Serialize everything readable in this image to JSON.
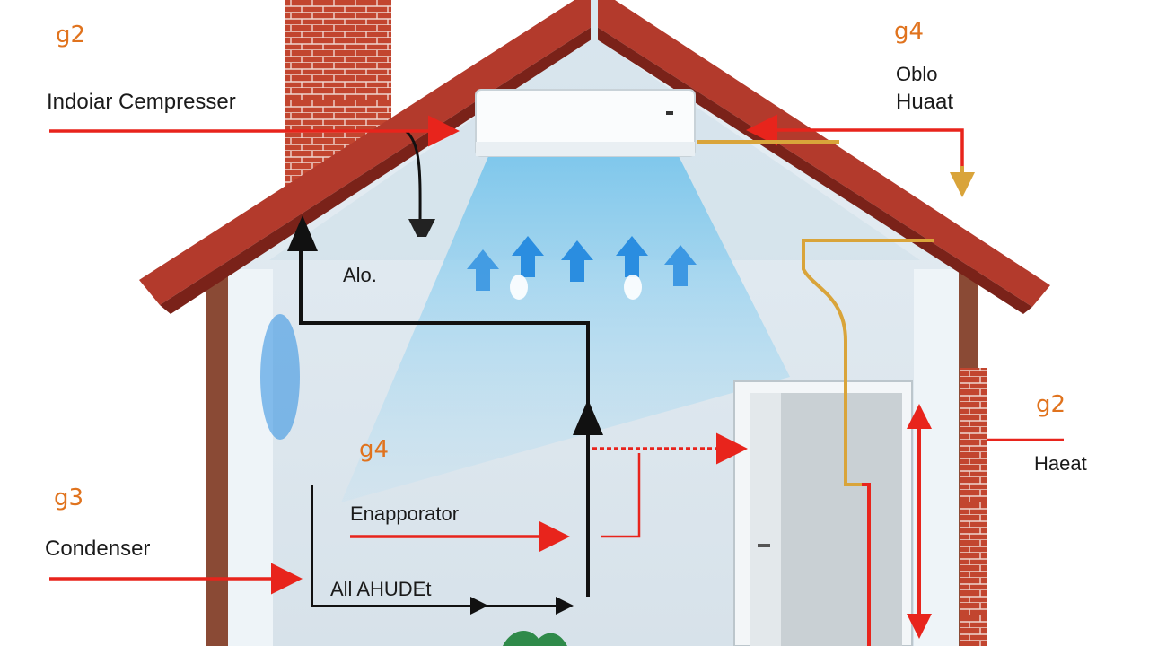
{
  "labels": {
    "top_left_code": "g2",
    "indoor_compressor": "Indoiar Cempresser",
    "top_right_code": "g4",
    "oblo": "Oblo",
    "huat": "Huaat",
    "air_short": "Alo.",
    "mid_code": "g4",
    "evaporator": "Enapporator",
    "left_code": "g3",
    "condenser": "Condenser",
    "air_bottom": "All AHUDEt",
    "right_code": "g2",
    "heat": "Haeat"
  },
  "colors": {
    "roof": "#b33a2c",
    "brick": "#c2452f",
    "arrow_red": "#e8241c",
    "pipe_gold": "#d9a43a",
    "code_orange": "#e0731e",
    "cool_air": "#8fd0f0",
    "air_arrow": "#2a8de0"
  }
}
